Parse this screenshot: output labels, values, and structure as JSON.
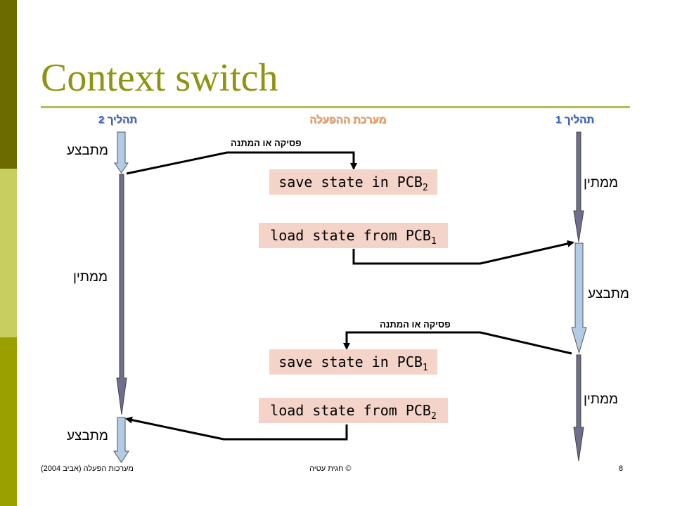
{
  "theme": {
    "sidebar_colors": [
      "#6b6b00",
      "#c8cf60",
      "#9aa000"
    ],
    "title_color": "#8f9410",
    "rule_color": "#b7bb5a",
    "os_header_color": "#f4a460",
    "process_header_color": "#3c64c8",
    "pcb_box_color": "#f4d4c8",
    "running_color": "#b3cce6",
    "waiting_color": "#6e6e8e"
  },
  "slide": {
    "title": "Context switch"
  },
  "columns": {
    "process2": "תהליך 2",
    "os": "מערכת ההפעלה",
    "process1": "תהליך 1"
  },
  "states": {
    "p2_running_top": "מתבצע",
    "p2_waiting": "ממתין",
    "p2_running_bottom": "מתבצע",
    "p1_waiting_top": "ממתין",
    "p1_running": "מתבצע",
    "p1_waiting_bottom": "ממתין"
  },
  "edges": {
    "interrupt_top": "פסיקה או המתנה",
    "interrupt_bottom": "פסיקה או המתנה"
  },
  "os_steps": [
    {
      "text": "save state in PCB",
      "sub": "2"
    },
    {
      "text": "load state from PCB",
      "sub": "1"
    },
    {
      "text": "save state in PCB",
      "sub": "1"
    },
    {
      "text": "load state from PCB",
      "sub": "2"
    }
  ],
  "footer": {
    "course": "מערכות הפעלה (אביב 2004)",
    "copyright": "© חגית עטיה",
    "page": "8"
  }
}
